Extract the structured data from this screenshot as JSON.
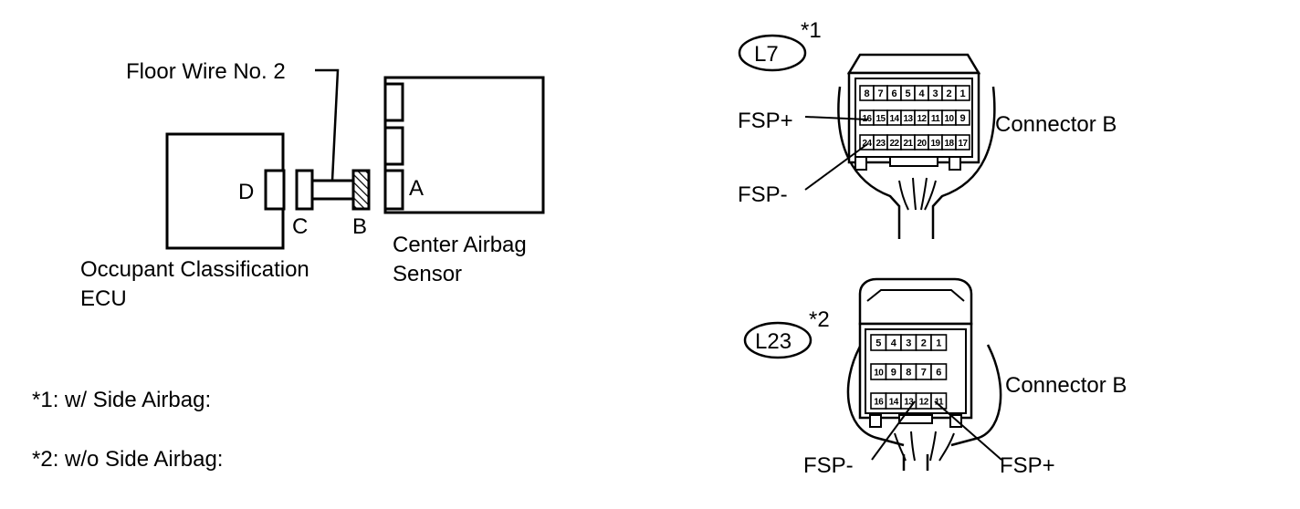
{
  "left_diagram": {
    "floor_wire_label": "Floor Wire No. 2",
    "occupant_ecu_label_line1": "Occupant Classification",
    "occupant_ecu_label_line2": "ECU",
    "center_sensor_label_line1": "Center Airbag",
    "center_sensor_label_line2": "Sensor",
    "connector_d": "D",
    "connector_c": "C",
    "connector_b": "B",
    "connector_a": "A"
  },
  "notes": {
    "note1": "*1: w/ Side Airbag:",
    "note2": "*2: w/o Side Airbag:"
  },
  "connector_l7": {
    "code": "L7",
    "marker": "*1",
    "title": "Connector B",
    "fsp_plus": "FSP+",
    "fsp_minus": "FSP-",
    "rows": [
      [
        "8",
        "7",
        "6",
        "5",
        "4",
        "3",
        "2",
        "1"
      ],
      [
        "16",
        "15",
        "14",
        "13",
        "12",
        "11",
        "10",
        "9"
      ],
      [
        "24",
        "23",
        "22",
        "21",
        "20",
        "19",
        "18",
        "17"
      ]
    ]
  },
  "connector_l23": {
    "code": "L23",
    "marker": "*2",
    "title": "Connector B",
    "fsp_plus": "FSP+",
    "fsp_minus": "FSP-",
    "rows": [
      [
        "5",
        "4",
        "3",
        "2",
        "1"
      ],
      [
        "10",
        "9",
        "8",
        "7",
        "6"
      ],
      [
        "16",
        "14",
        "13",
        "12",
        "11"
      ]
    ]
  }
}
